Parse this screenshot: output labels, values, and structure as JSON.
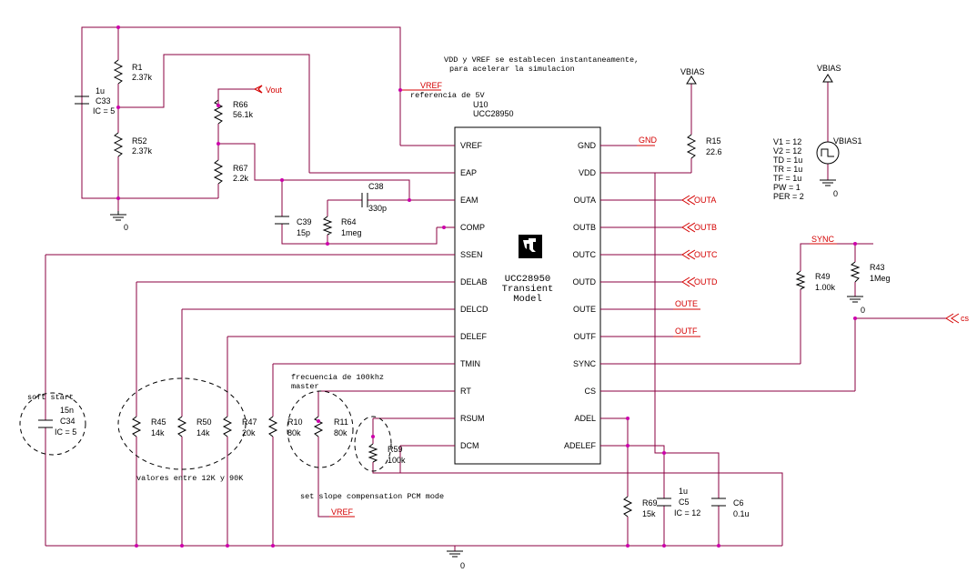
{
  "notes": {
    "vdd_line1": "VDD y VREF se establecen instantaneamente,",
    "vdd_line2": "para acelerar la simulacion",
    "freq_line1": "frecuencia de 100khz",
    "freq_line2": "master",
    "soft_start": "soft start",
    "valores": "valores entre 12K y 90K",
    "slope": "set slope compensation PCM mode",
    "referencia": "referencia de 5V"
  },
  "ic": {
    "ref": "U10",
    "part": "UCC28950",
    "model_line1": "UCC28950",
    "model_line2": "Transient",
    "model_line3": "Model",
    "left_pins": [
      "VREF",
      "EAP",
      "EAM",
      "COMP",
      "SSEN",
      "DELAB",
      "DELCD",
      "DELEF",
      "TMIN",
      "RT",
      "RSUM",
      "DCM"
    ],
    "right_pins": [
      "GND",
      "VDD",
      "OUTA",
      "OUTB",
      "OUTC",
      "OUTD",
      "OUTE",
      "OUTF",
      "SYNC",
      "CS",
      "ADEL",
      "ADELEF"
    ]
  },
  "nets": {
    "vref": "VREF",
    "vout": "Vout",
    "gnd": "GND",
    "vbias": "VBIAS",
    "sync": "SYNC",
    "cs": "cs",
    "outa": "OUTA",
    "outb": "OUTB",
    "outc": "OUTC",
    "outd": "OUTD",
    "oute": "OUTE",
    "outf": "OUTF",
    "zero": "0"
  },
  "parts": {
    "r1": {
      "name": "R1",
      "value": "2.37k"
    },
    "r52": {
      "name": "R52",
      "value": "2.37k"
    },
    "c33": {
      "name": "C33",
      "value": "1u",
      "ic": "IC = 5"
    },
    "r66": {
      "name": "R66",
      "value": "56.1k"
    },
    "r67": {
      "name": "R67",
      "value": "2.2k"
    },
    "c38": {
      "name": "C38",
      "value": "330p"
    },
    "c39": {
      "name": "C39",
      "value": "15p"
    },
    "r64": {
      "name": "R64",
      "value": "1meg"
    },
    "r15": {
      "name": "R15",
      "value": "22.6"
    },
    "c34": {
      "name": "C34",
      "value": "15n",
      "ic": "IC = 5"
    },
    "r45": {
      "name": "R45",
      "value": "14k"
    },
    "r50": {
      "name": "R50",
      "value": "14k"
    },
    "r47": {
      "name": "R47",
      "value": "20k"
    },
    "r10": {
      "name": "R10",
      "value": "80k"
    },
    "r11": {
      "name": "R11",
      "value": "80k"
    },
    "r59": {
      "name": "R59",
      "value": "100k"
    },
    "r69": {
      "name": "R69",
      "value": "15k"
    },
    "c5": {
      "name": "C5",
      "value": "1u",
      "ic": "IC = 12"
    },
    "c6": {
      "name": "C6",
      "value": "0.1u"
    },
    "r49": {
      "name": "R49",
      "value": "1.00k"
    },
    "r43": {
      "name": "R43",
      "value": "1Meg"
    }
  },
  "vbias1": {
    "name": "VBIAS1",
    "params": [
      "V1 = 12",
      "V2 = 12",
      "TD = 1u",
      "TR = 1u",
      "TF = 1u",
      "PW = 1",
      "PER = 2"
    ]
  }
}
